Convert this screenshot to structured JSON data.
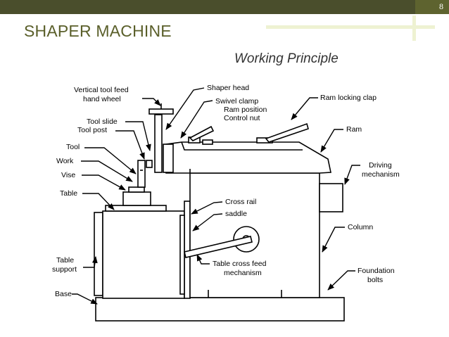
{
  "slide": {
    "number": "8",
    "title": "SHAPER MACHINE",
    "subtitle": "Working Principle"
  },
  "diagram": {
    "labels": {
      "vertical_tool_feed_1": "Vertical tool feed",
      "vertical_tool_feed_2": "hand wheel",
      "tool_slide": "Tool slide",
      "tool_post": "Tool post",
      "tool": "Tool",
      "work": "Work",
      "vise": "Vise",
      "table": "Table",
      "table_support_1": "Table",
      "table_support_2": "support",
      "base": "Base",
      "shaper_head": "Shaper head",
      "swivel_clamp": "Swivel clamp",
      "ram_position_1": "Ram position",
      "ram_position_2": "Control nut",
      "ram_locking_clap": "Ram locking clap",
      "ram": "Ram",
      "driving_1": "Driving",
      "driving_2": "mechanism",
      "cross_rail_1": "Cross rail",
      "cross_rail_2": "saddle",
      "column": "Column",
      "table_cross_feed_1": "Table cross feed",
      "table_cross_feed_2": "mechanism",
      "foundation_1": "Foundation",
      "foundation_2": "bolts"
    }
  }
}
